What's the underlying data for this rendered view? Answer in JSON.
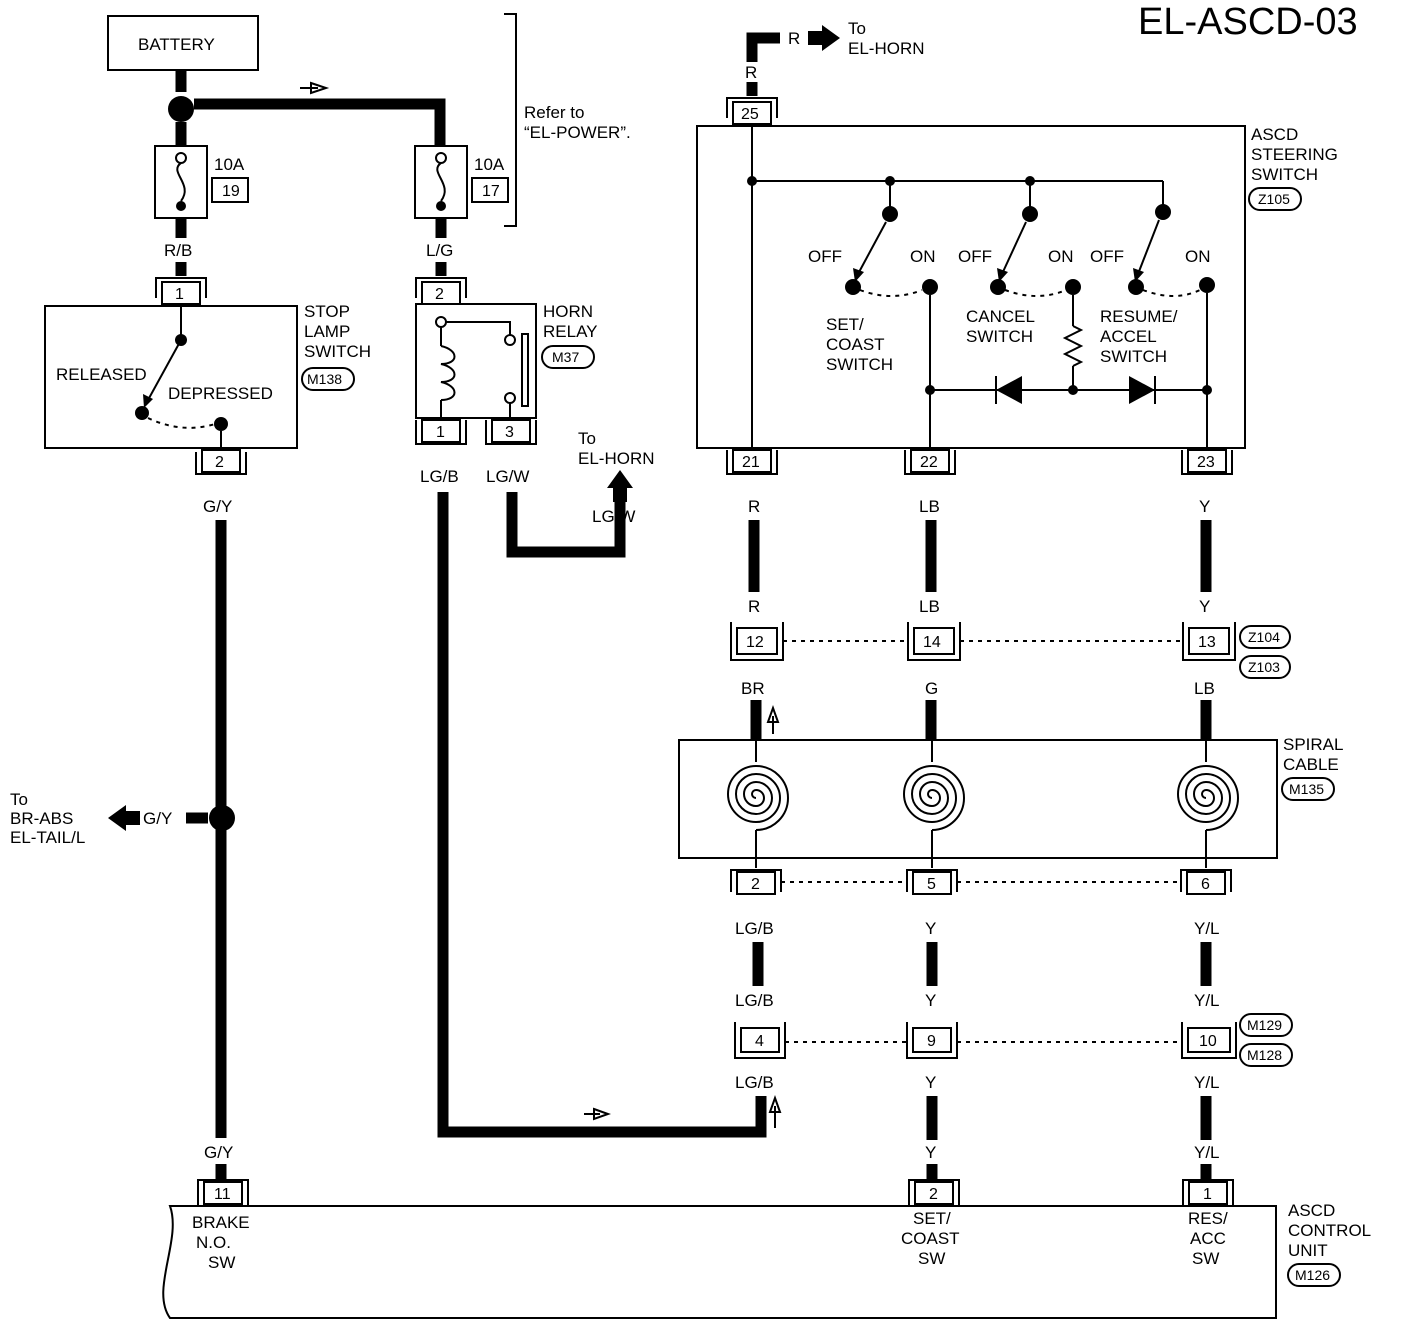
{
  "title": "EL-ASCD-03",
  "battery": {
    "label": "BATTERY"
  },
  "refer_note": [
    "Refer to",
    "“EL-POWER”."
  ],
  "fuses": [
    {
      "rating": "10A",
      "number": "19"
    },
    {
      "rating": "10A",
      "number": "17"
    }
  ],
  "stop_lamp_switch": {
    "name": [
      "STOP",
      "LAMP",
      "SWITCH"
    ],
    "connector": "M138",
    "released": "RELEASED",
    "depressed": "DEPRESSED",
    "pin_in": "1",
    "pin_out": "2"
  },
  "horn_relay": {
    "name": [
      "HORN",
      "RELAY"
    ],
    "connector": "M37",
    "pins": [
      "2",
      "1",
      "3"
    ]
  },
  "to_el_horn_top": {
    "wire": "R",
    "label": [
      "To",
      "EL-HORN"
    ]
  },
  "to_el_horn_mid": {
    "label": [
      "To",
      "EL-HORN"
    ],
    "wire": "LG/W"
  },
  "to_br_abs": {
    "label": [
      "To",
      "BR-ABS",
      "EL-TAIL/L"
    ],
    "wire": "G/Y"
  },
  "steering_switch": {
    "name": [
      "ASCD",
      "STEERING",
      "SWITCH"
    ],
    "connector": "Z105",
    "top_pin": "25",
    "top_wire": "R",
    "off": "OFF",
    "on": "ON",
    "switches": [
      [
        "SET/",
        "COAST",
        "SWITCH"
      ],
      [
        "CANCEL",
        "SWITCH"
      ],
      [
        "RESUME/",
        "ACCEL",
        "SWITCH"
      ]
    ],
    "bottom_pins": [
      "21",
      "22",
      "23"
    ]
  },
  "junction_connectors": [
    "Z104",
    "Z103"
  ],
  "spiral_cable": {
    "name": [
      "SPIRAL",
      "CABLE"
    ],
    "connector": "M135"
  },
  "mid_connectors": [
    "M129",
    "M128"
  ],
  "wire_labels": {
    "r_b": "R/B",
    "l_g": "L/G",
    "g_y": "G/Y",
    "lg_b": "LG/B",
    "lg_w": "LG/W",
    "r": "R",
    "lb": "LB",
    "y": "Y",
    "br": "BR",
    "g": "G",
    "y_l": "Y/L"
  },
  "pins": {
    "z104": [
      "12",
      "14",
      "13"
    ],
    "spiral_bottom": [
      "2",
      "5",
      "6"
    ],
    "m129": [
      "4",
      "9",
      "10"
    ]
  },
  "control_unit": {
    "name": [
      "ASCD",
      "CONTROL",
      "UNIT"
    ],
    "connector": "M126",
    "pins": [
      "11",
      "2",
      "1"
    ],
    "brake": [
      "BRAKE",
      "N.O.",
      "SW"
    ],
    "set_coast": [
      "SET/",
      "COAST",
      "SW"
    ],
    "res_acc": [
      "RES/",
      "ACC",
      "SW"
    ]
  }
}
